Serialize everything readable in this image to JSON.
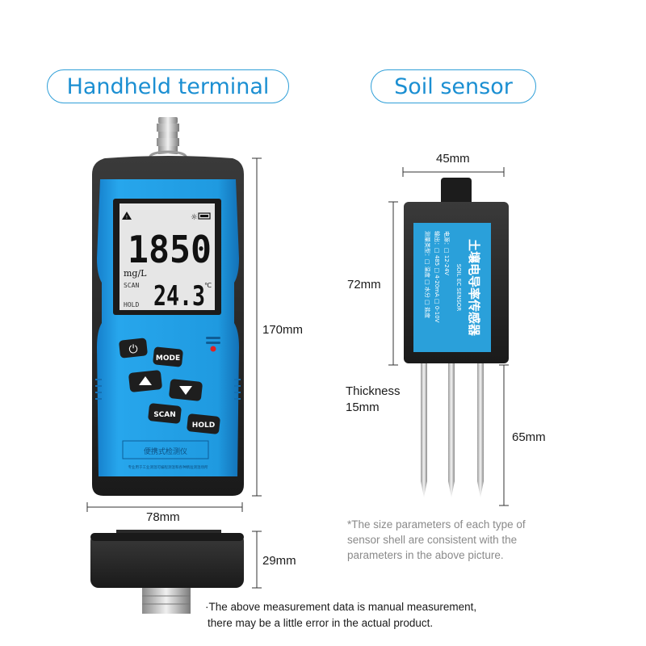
{
  "labels": {
    "handheld_title": "Handheld terminal",
    "sensor_title": "Soil sensor"
  },
  "handheld": {
    "height": "170mm",
    "width": "78mm",
    "depth": "29mm",
    "display": {
      "main_value": "1850",
      "unit": "mg/L",
      "secondary_value": "24.3",
      "temp_unit": "℃",
      "scan_indicator": "SCAN",
      "hold_indicator": "HOLD"
    },
    "buttons": {
      "power": "⏻",
      "mode": "MODE",
      "scan": "SCAN",
      "hold": "HOLD"
    },
    "panel_label": "便携式检测仪",
    "panel_sublabel": "专业用于工业测温可编程测温和各种精准测温场所"
  },
  "sensor": {
    "width": "45mm",
    "height": "72mm",
    "thickness_label": "Thickness",
    "thickness_value": "15mm",
    "probe_length": "65mm",
    "label_title": "土壤电导率传感器",
    "label_subtitle": "SOIL EC SENSOR",
    "label_line1": "电源：□ 12-24V",
    "label_line2": "输出：□ 485 □ 4-20mA □ 0-10V",
    "label_line3": "测量类型：□ 温度 □ 水分 □ 盐度"
  },
  "notes": {
    "sensor_note": "*The size parameters of each type of sensor shell are consistent with the parameters in the above picture.",
    "measurement_note_line1": "·The above measurement data is manual measurement,",
    "measurement_note_line2": "there may be a little error in the actual product."
  },
  "colors": {
    "accent": "#2f9fd8",
    "device_blue": "#1f9ae0",
    "device_dark": "#2a2a2a",
    "lcd": "#e6e6e6"
  }
}
